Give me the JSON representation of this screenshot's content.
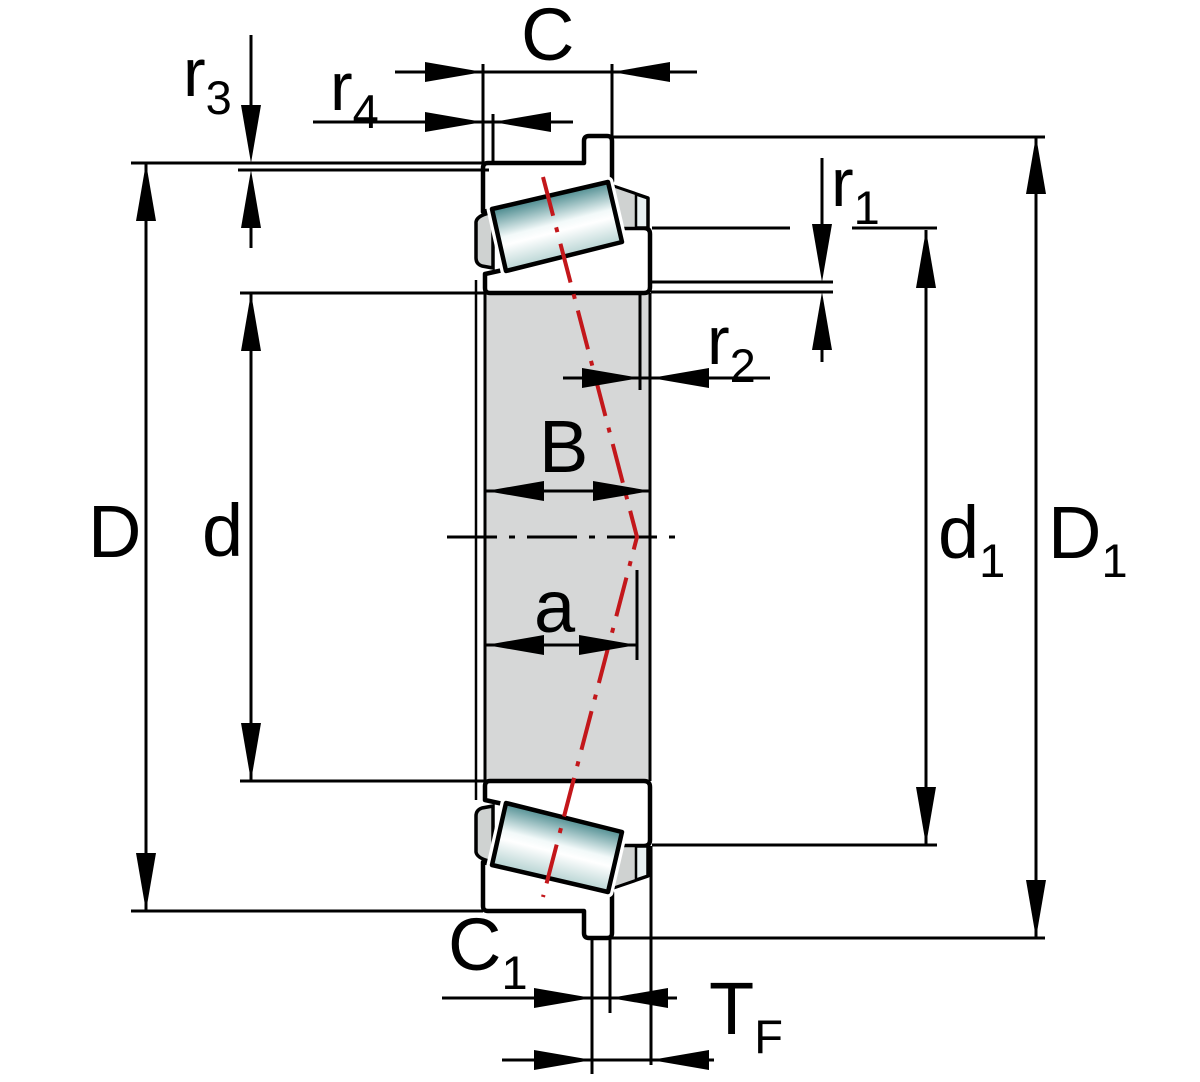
{
  "title": "Tapered roller bearing - sectional dimension drawing",
  "labels": {
    "D": {
      "main": "D",
      "sub": ""
    },
    "d": {
      "main": "d",
      "sub": ""
    },
    "d1": {
      "main": "d",
      "sub": "1"
    },
    "D1": {
      "main": "D",
      "sub": "1"
    },
    "B": {
      "main": "B",
      "sub": ""
    },
    "C": {
      "main": "C",
      "sub": ""
    },
    "C1": {
      "main": "C",
      "sub": "1"
    },
    "a": {
      "main": "a",
      "sub": ""
    },
    "TF": {
      "main": "T",
      "sub": "F"
    },
    "r1": {
      "main": "r",
      "sub": "1"
    },
    "r2": {
      "main": "r",
      "sub": "2"
    },
    "r3": {
      "main": "r",
      "sub": "3"
    },
    "r4": {
      "main": "r",
      "sub": "4"
    }
  },
  "colors": {
    "ring_teal": "#c5dddb",
    "cage_gray": "#cfd2d1",
    "bore_gray": "#d6d7d7",
    "roller_dark": "#46878b",
    "roller_bright": "#f2f9f9",
    "roller_white": "#ffffff",
    "roller_shade": "#b4d2d1",
    "roller_end_face": "#e8f0f1",
    "centerline_red": "#c3171b",
    "line_black": "#000000"
  }
}
